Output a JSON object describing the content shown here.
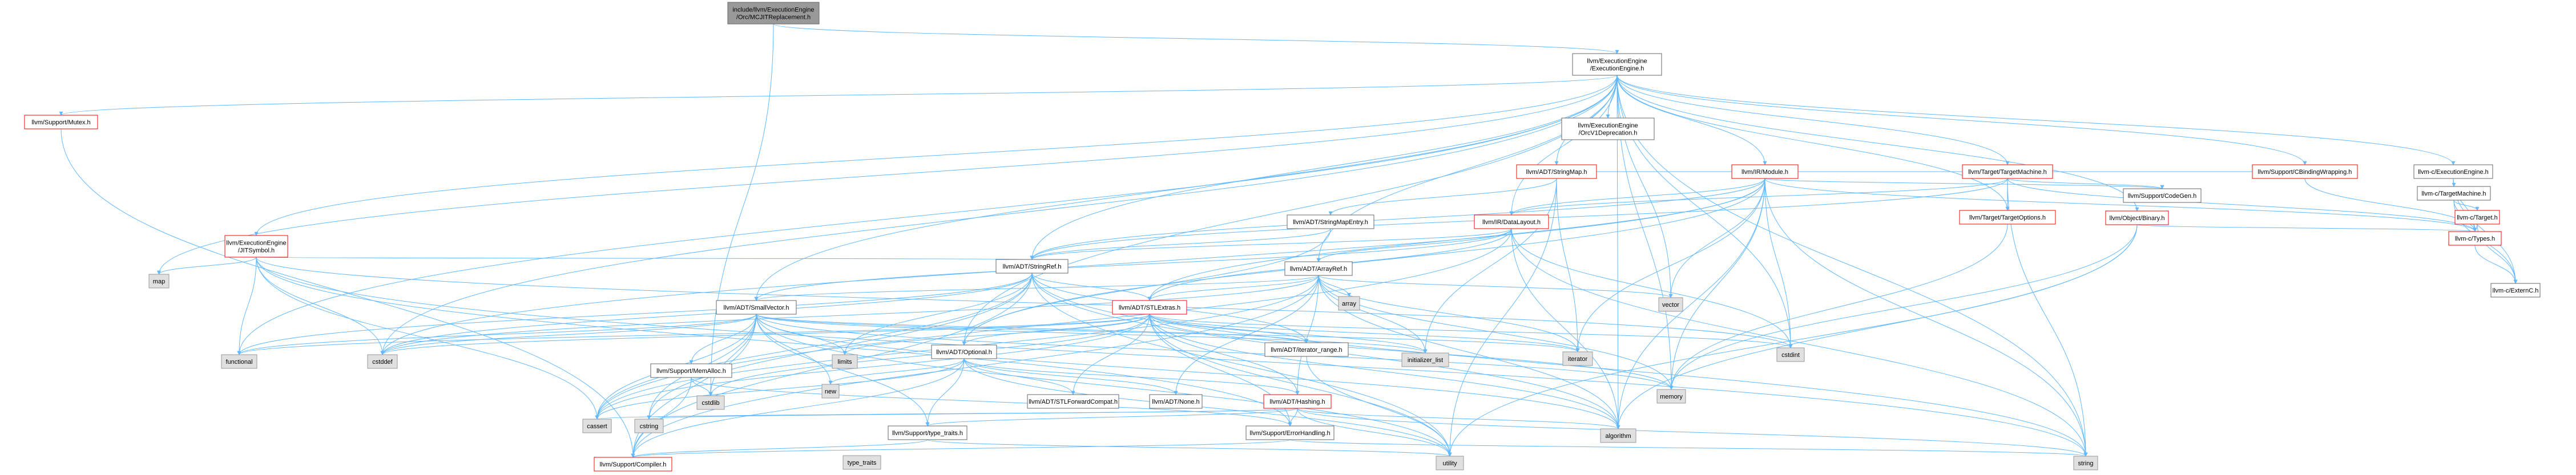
{
  "colors": {
    "root_fill": "#999999",
    "normal_fill": "#ffffff",
    "normal_stroke": "#666666",
    "missing_stroke": "#ff0000",
    "system_fill": "#e0e0e0",
    "system_stroke": "#999999",
    "edge": "#63b8ff"
  },
  "nodes": [
    {
      "id": "root",
      "label": "include/llvm/ExecutionEngine\n/Orc/MCJITReplacement.h",
      "style": "root"
    },
    {
      "id": "ee",
      "label": "llvm/ExecutionEngine\n/ExecutionEngine.h",
      "style": "normal"
    },
    {
      "id": "mutex",
      "label": "llvm/Support/Mutex.h",
      "style": "missing"
    },
    {
      "id": "jitsym",
      "label": "llvm/ExecutionEngine\n/JITSymbol.h",
      "style": "missing"
    },
    {
      "id": "map",
      "label": "map",
      "style": "system"
    },
    {
      "id": "orcv1",
      "label": "llvm/ExecutionEngine\n/OrcV1Deprecation.h",
      "style": "normal"
    },
    {
      "id": "module",
      "label": "llvm/IR/Module.h",
      "style": "missing"
    },
    {
      "id": "stringmap",
      "label": "llvm/ADT/StringMap.h",
      "style": "missing"
    },
    {
      "id": "smentry",
      "label": "llvm/ADT/StringMapEntry.h",
      "style": "normal"
    },
    {
      "id": "datalayout",
      "label": "llvm/IR/DataLayout.h",
      "style": "missing"
    },
    {
      "id": "stringref",
      "label": "llvm/ADT/StringRef.h",
      "style": "normal"
    },
    {
      "id": "arrayref",
      "label": "llvm/ADT/ArrayRef.h",
      "style": "normal"
    },
    {
      "id": "array",
      "label": "array",
      "style": "system"
    },
    {
      "id": "vector",
      "label": "vector",
      "style": "system"
    },
    {
      "id": "smallvector",
      "label": "llvm/ADT/SmallVector.h",
      "style": "normal"
    },
    {
      "id": "stlextras",
      "label": "llvm/ADT/STLExtras.h",
      "style": "missing"
    },
    {
      "id": "optional",
      "label": "llvm/ADT/Optional.h",
      "style": "normal"
    },
    {
      "id": "tm",
      "label": "llvm/Target/TargetMachine.h",
      "style": "missing"
    },
    {
      "id": "topt",
      "label": "llvm/Target/TargetOptions.h",
      "style": "missing"
    },
    {
      "id": "objbin",
      "label": "llvm/Object/Binary.h",
      "style": "missing"
    },
    {
      "id": "cbw",
      "label": "llvm/Support/CBindingWrapping.h",
      "style": "missing"
    },
    {
      "id": "codegen",
      "label": "llvm/Support/CodeGen.h",
      "style": "normal"
    },
    {
      "id": "cee",
      "label": "llvm-c/ExecutionEngine.h",
      "style": "normal"
    },
    {
      "id": "ctm",
      "label": "llvm-c/TargetMachine.h",
      "style": "normal"
    },
    {
      "id": "ctarget",
      "label": "llvm-c/Target.h",
      "style": "missing"
    },
    {
      "id": "ctypes",
      "label": "llvm-c/Types.h",
      "style": "missing"
    },
    {
      "id": "cexternc",
      "label": "llvm-c/ExternC.h",
      "style": "normal"
    },
    {
      "id": "functional",
      "label": "functional",
      "style": "system"
    },
    {
      "id": "cstddef",
      "label": "cstddef",
      "style": "system"
    },
    {
      "id": "limits",
      "label": "limits",
      "style": "system"
    },
    {
      "id": "initlist",
      "label": "initializer_list",
      "style": "system"
    },
    {
      "id": "iterator",
      "label": "iterator",
      "style": "system"
    },
    {
      "id": "cstdint",
      "label": "cstdint",
      "style": "system"
    },
    {
      "id": "memalloc",
      "label": "llvm/Support/MemAlloc.h",
      "style": "normal"
    },
    {
      "id": "itrange",
      "label": "llvm/ADT/iterator_range.h",
      "style": "normal"
    },
    {
      "id": "memory",
      "label": "memory",
      "style": "system"
    },
    {
      "id": "cstdlib",
      "label": "cstdlib",
      "style": "system"
    },
    {
      "id": "new",
      "label": "new",
      "style": "system"
    },
    {
      "id": "stlfwd",
      "label": "llvm/ADT/STLForwardCompat.h",
      "style": "normal"
    },
    {
      "id": "none",
      "label": "llvm/ADT/None.h",
      "style": "normal"
    },
    {
      "id": "hashing",
      "label": "llvm/ADT/Hashing.h",
      "style": "missing"
    },
    {
      "id": "cassert",
      "label": "cassert",
      "style": "system"
    },
    {
      "id": "cstring",
      "label": "cstring",
      "style": "system"
    },
    {
      "id": "typetraitsh",
      "label": "llvm/Support/type_traits.h",
      "style": "normal"
    },
    {
      "id": "errh",
      "label": "llvm/Support/ErrorHandling.h",
      "style": "normal"
    },
    {
      "id": "algorithm",
      "label": "algorithm",
      "style": "system"
    },
    {
      "id": "compiler",
      "label": "llvm/Support/Compiler.h",
      "style": "missing"
    },
    {
      "id": "typetraits",
      "label": "type_traits",
      "style": "system"
    },
    {
      "id": "utility",
      "label": "utility",
      "style": "system"
    },
    {
      "id": "string",
      "label": "string",
      "style": "system"
    }
  ],
  "edges": [
    [
      "root",
      "ee"
    ],
    [
      "root",
      "cstdlib"
    ],
    [
      "ee",
      "mutex"
    ],
    [
      "ee",
      "jitsym"
    ],
    [
      "ee",
      "map"
    ],
    [
      "ee",
      "functional"
    ],
    [
      "ee",
      "cstddef"
    ],
    [
      "ee",
      "orcv1"
    ],
    [
      "ee",
      "module"
    ],
    [
      "ee",
      "stringmap"
    ],
    [
      "ee",
      "datalayout"
    ],
    [
      "ee",
      "stringref"
    ],
    [
      "ee",
      "arrayref"
    ],
    [
      "ee",
      "smallvector"
    ],
    [
      "ee",
      "optional"
    ],
    [
      "ee",
      "vector"
    ],
    [
      "ee",
      "tm"
    ],
    [
      "ee",
      "topt"
    ],
    [
      "ee",
      "objbin"
    ],
    [
      "ee",
      "cbw"
    ],
    [
      "ee",
      "cee"
    ],
    [
      "ee",
      "cstdint"
    ],
    [
      "ee",
      "memory"
    ],
    [
      "ee",
      "algorithm"
    ],
    [
      "ee",
      "string"
    ],
    [
      "mutex",
      "compiler"
    ],
    [
      "jitsym",
      "stringref"
    ],
    [
      "jitsym",
      "functional"
    ],
    [
      "jitsym",
      "map"
    ],
    [
      "jitsym",
      "cstddef"
    ],
    [
      "jitsym",
      "cstdint"
    ],
    [
      "jitsym",
      "string"
    ],
    [
      "jitsym",
      "errh"
    ],
    [
      "jitsym",
      "cassert"
    ],
    [
      "module",
      "stringmap"
    ],
    [
      "module",
      "datalayout"
    ],
    [
      "module",
      "stringref"
    ],
    [
      "module",
      "cbw"
    ],
    [
      "module",
      "codegen"
    ],
    [
      "module",
      "ctypes"
    ],
    [
      "module",
      "cstddef"
    ],
    [
      "module",
      "cstdint"
    ],
    [
      "module",
      "iterator"
    ],
    [
      "module",
      "memory"
    ],
    [
      "module",
      "string"
    ],
    [
      "module",
      "vector"
    ],
    [
      "module",
      "stlextras"
    ],
    [
      "module",
      "optional"
    ],
    [
      "stringmap",
      "smentry"
    ],
    [
      "stringmap",
      "iterator"
    ],
    [
      "stringmap",
      "initlist"
    ],
    [
      "stringmap",
      "utility"
    ],
    [
      "smentry",
      "stringref"
    ],
    [
      "smentry",
      "optional"
    ],
    [
      "datalayout",
      "arrayref"
    ],
    [
      "datalayout",
      "stlextras"
    ],
    [
      "datalayout",
      "smallvector"
    ],
    [
      "datalayout",
      "stringref"
    ],
    [
      "datalayout",
      "cassert"
    ],
    [
      "datalayout",
      "cstdint"
    ],
    [
      "datalayout",
      "string"
    ],
    [
      "stringref",
      "stlextras"
    ],
    [
      "stringref",
      "itrange"
    ],
    [
      "stringref",
      "compiler"
    ],
    [
      "stringref",
      "algorithm"
    ],
    [
      "stringref",
      "cassert"
    ],
    [
      "stringref",
      "cstddef"
    ],
    [
      "stringref",
      "cstring"
    ],
    [
      "stringref",
      "functional"
    ],
    [
      "stringref",
      "limits"
    ],
    [
      "stringref",
      "string"
    ],
    [
      "stringref",
      "type_traits"
    ],
    [
      "stringref",
      "utility"
    ],
    [
      "arrayref",
      "hashing"
    ],
    [
      "arrayref",
      "none"
    ],
    [
      "arrayref",
      "smallvector"
    ],
    [
      "arrayref",
      "stlextras"
    ],
    [
      "arrayref",
      "compiler"
    ],
    [
      "arrayref",
      "algorithm"
    ],
    [
      "arrayref",
      "array"
    ],
    [
      "arrayref",
      "cassert"
    ],
    [
      "arrayref",
      "cstddef"
    ],
    [
      "arrayref",
      "initlist"
    ],
    [
      "arrayref",
      "iterator"
    ],
    [
      "arrayref",
      "memory"
    ],
    [
      "arrayref",
      "type_traits"
    ],
    [
      "arrayref",
      "vector"
    ],
    [
      "smallvector",
      "compiler"
    ],
    [
      "smallvector",
      "memalloc"
    ],
    [
      "smallvector",
      "typetraitsh"
    ],
    [
      "smallvector",
      "algorithm"
    ],
    [
      "smallvector",
      "cassert"
    ],
    [
      "smallvector",
      "cstddef"
    ],
    [
      "smallvector",
      "cstdlib"
    ],
    [
      "smallvector",
      "cstring"
    ],
    [
      "smallvector",
      "functional"
    ],
    [
      "smallvector",
      "initlist"
    ],
    [
      "smallvector",
      "iterator"
    ],
    [
      "smallvector",
      "limits"
    ],
    [
      "smallvector",
      "memory"
    ],
    [
      "smallvector",
      "new"
    ],
    [
      "smallvector",
      "type_traits"
    ],
    [
      "smallvector",
      "utility"
    ],
    [
      "smallvector",
      "itrange"
    ],
    [
      "memalloc",
      "compiler"
    ],
    [
      "memalloc",
      "errh"
    ],
    [
      "memalloc",
      "cstdlib"
    ],
    [
      "stlextras",
      "optional"
    ],
    [
      "stlextras",
      "stlfwd"
    ],
    [
      "stlextras",
      "itrange"
    ],
    [
      "stlextras",
      "hashing"
    ],
    [
      "stlextras",
      "errh"
    ],
    [
      "stlextras",
      "algorithm"
    ],
    [
      "stlextras",
      "cassert"
    ],
    [
      "stlextras",
      "cstddef"
    ],
    [
      "stlextras",
      "cstdint"
    ],
    [
      "stlextras",
      "cstdlib"
    ],
    [
      "stlextras",
      "functional"
    ],
    [
      "stlextras",
      "initlist"
    ],
    [
      "stlextras",
      "iterator"
    ],
    [
      "stlextras",
      "limits"
    ],
    [
      "stlextras",
      "memory"
    ],
    [
      "stlextras",
      "tuple"
    ],
    [
      "stlextras",
      "type_traits"
    ],
    [
      "stlextras",
      "utility"
    ],
    [
      "optional",
      "hashing"
    ],
    [
      "optional",
      "none"
    ],
    [
      "optional",
      "stlfwd"
    ],
    [
      "optional",
      "compiler"
    ],
    [
      "optional",
      "typetraitsh"
    ],
    [
      "optional",
      "cassert"
    ],
    [
      "optional",
      "new"
    ],
    [
      "optional",
      "utility"
    ],
    [
      "hashing",
      "errh"
    ],
    [
      "hashing",
      "typetraitsh"
    ],
    [
      "hashing",
      "algorithm"
    ],
    [
      "hashing",
      "cassert"
    ],
    [
      "hashing",
      "cstring"
    ],
    [
      "hashing",
      "string"
    ],
    [
      "hashing",
      "utility"
    ],
    [
      "hashing",
      "type_traits"
    ],
    [
      "itrange",
      "utility"
    ],
    [
      "stlfwd",
      "type_traits"
    ],
    [
      "typetraitsh",
      "compiler"
    ],
    [
      "typetraitsh",
      "type_traits"
    ],
    [
      "typetraitsh",
      "utility"
    ],
    [
      "errh",
      "compiler"
    ],
    [
      "errh",
      "string"
    ],
    [
      "tm",
      "ctypes"
    ],
    [
      "tm",
      "datalayout"
    ],
    [
      "tm",
      "stringref"
    ],
    [
      "tm",
      "topt"
    ],
    [
      "tm",
      "codegen"
    ],
    [
      "tm",
      "string"
    ],
    [
      "topt",
      "memory"
    ],
    [
      "objbin",
      "ctypes"
    ],
    [
      "objbin",
      "memory"
    ],
    [
      "objbin",
      "utility"
    ],
    [
      "objbin",
      "algorithm"
    ],
    [
      "cbw",
      "ctypes"
    ],
    [
      "cee",
      "ctm"
    ],
    [
      "cee",
      "ctypes"
    ],
    [
      "cee",
      "cexternc"
    ],
    [
      "ctm",
      "ctarget"
    ],
    [
      "ctm",
      "ctypes"
    ],
    [
      "ctm",
      "cexternc"
    ],
    [
      "ctarget",
      "ctypes"
    ],
    [
      "ctarget",
      "cexternc"
    ],
    [
      "ctypes",
      "cexternc"
    ],
    [
      "datalayout",
      "algorithm"
    ],
    [
      "module",
      "algorithm"
    ]
  ]
}
